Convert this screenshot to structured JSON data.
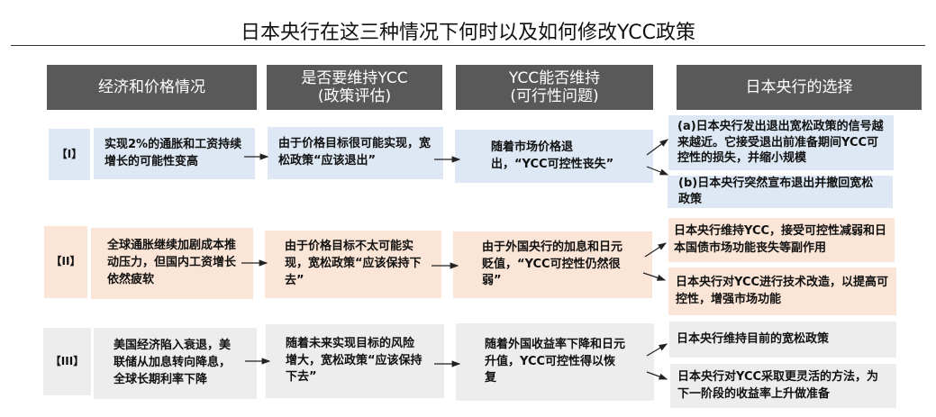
{
  "title": "日本央行在这三种情况下何时以及如何修改YCC政策",
  "headers": [
    "经济和价格情况",
    "是否要维持YCC\n(政策评估)",
    "YCC能否维持\n(可行性问题)",
    "日本央行的选择"
  ],
  "rows": [
    {
      "label": "【I】",
      "condition": "实现2%的通胀和工资持续增长的可能性变高",
      "assessment": "由于价格目标很可能实现，宽松政策“应该退出”",
      "feasibility": "随着市场价格退出，“YCC可控性丧失”",
      "choices": [
        "(a)日本央行发出退出宽松政策的信号越来越近。它接受退出前准备期间YCC可控性的损失，并缩小规模",
        "(b)日本央行突然宣布退出并撤回宽松政策"
      ]
    },
    {
      "label": "【II】",
      "condition": "全球通胀继续加剧成本推动压力，但国内工资增长依然疲软",
      "assessment": "由于价格目标不太可能实现，宽松政策“应该保持下去”",
      "feasibility": "由于外国央行的加息和日元贬值，“YCC可控性仍然很弱”",
      "choices": [
        "日本央行维持YCC，接受可控性减弱和日本国债市场功能丧失等副作用",
        "日本央行对YCC进行技术改造，以提高可控性，增强市场功能"
      ]
    },
    {
      "label": "【III】",
      "condition": "美国经济陷入衰退，美联储从加息转向降息，全球长期利率下降",
      "assessment": "随着未来实现目标的风险增大，宽松政策“应该保持下去”",
      "feasibility": "随着外国收益率下降和日元升值，YCC可控性得以恢复",
      "choices": [
        "日本央行维持目前的宽松政策",
        "日本央行对YCC采取更灵活的方法，为下一阶段的收益率上升做准备"
      ]
    }
  ],
  "colors": {
    "header": "#595959",
    "row1": "#dde8f4",
    "row2": "#fbe5d6",
    "row3": "#ededed"
  }
}
